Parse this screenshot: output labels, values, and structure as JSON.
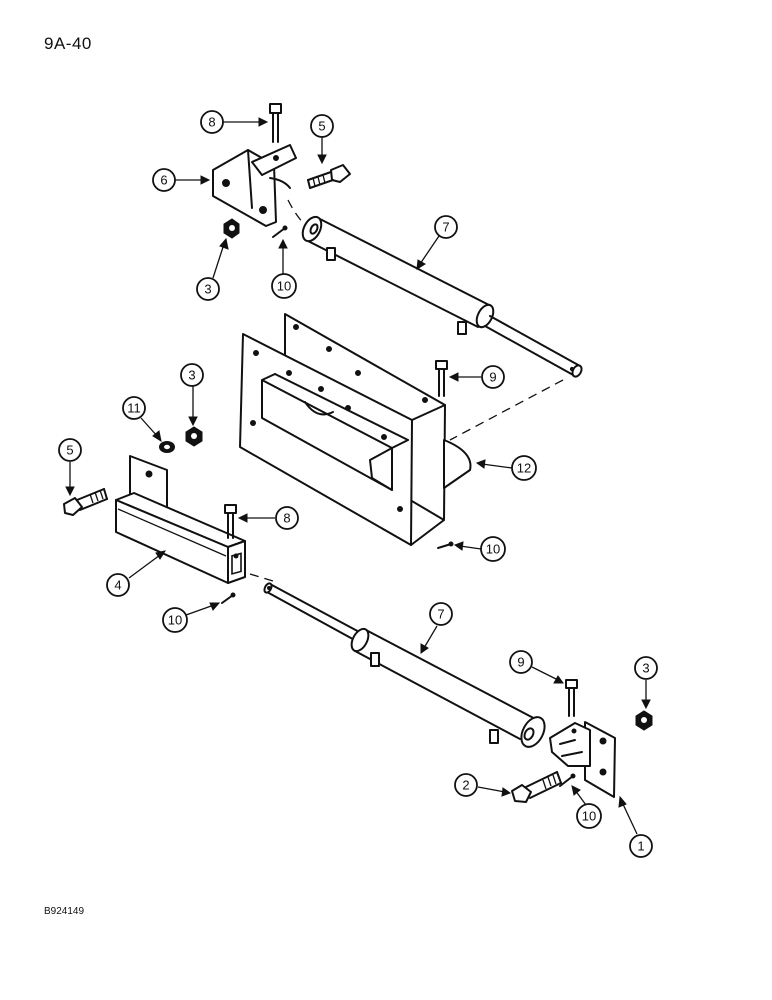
{
  "page_label": "9A-40",
  "figure_code": "B924149",
  "callouts": {
    "c1": "1",
    "c2": "2",
    "c3a": "3",
    "c3b": "3",
    "c3c": "3",
    "c4": "4",
    "c5a": "5",
    "c5b": "5",
    "c6": "6",
    "c7a": "7",
    "c7b": "7",
    "c8a": "8",
    "c8b": "8",
    "c9a": "9",
    "c9b": "9",
    "c10a": "10",
    "c10b": "10",
    "c10c": "10",
    "c10d": "10",
    "c11": "11",
    "c12": "12"
  }
}
